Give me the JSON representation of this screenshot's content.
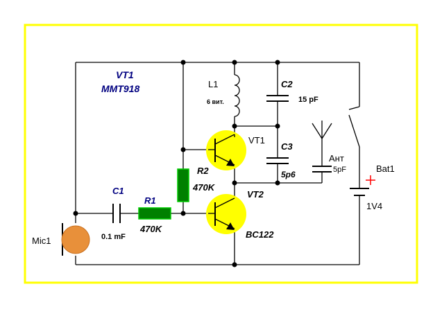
{
  "colors": {
    "background": "#ffffff",
    "frame": "#ffff00",
    "wire": "#000000",
    "transistor_fill": "#ffff00",
    "resistor_fill": "#008000",
    "resistor_outline": "#00cc00",
    "mic_fill": "#e8903a",
    "battery_plus": "#ff0000",
    "label_blue": "#000080"
  },
  "labels": {
    "vt1_heading": "VT1",
    "vt1_part": "MMT918",
    "l1": "L1",
    "l1_turns": "6 вит.",
    "c2": "C2",
    "c2_value": "15 pF",
    "c3": "C3",
    "c3_value": "5p6",
    "vt1": "VT1",
    "vt2": "VT2",
    "vt2_part": "BC122",
    "r2": "R2",
    "r2_value": "470K",
    "r1": "R1",
    "r1_value": "470K",
    "c1": "C1",
    "c1_value": "0.1 mF",
    "mic": "Mic1",
    "antenna": "Ант",
    "antenna_cap": "5pF",
    "battery": "Bat1",
    "battery_voltage": "1V4"
  },
  "icons": {
    "vt1": "npn-transistor-icon",
    "vt2": "npn-transistor-icon",
    "l1": "inductor-icon",
    "c1": "capacitor-icon",
    "c2": "capacitor-icon",
    "c3": "capacitor-icon",
    "antenna_cap": "capacitor-icon",
    "r1": "resistor-icon",
    "r2": "resistor-icon",
    "mic": "microphone-icon",
    "switch": "switch-icon",
    "battery": "battery-icon",
    "antenna": "antenna-icon"
  }
}
